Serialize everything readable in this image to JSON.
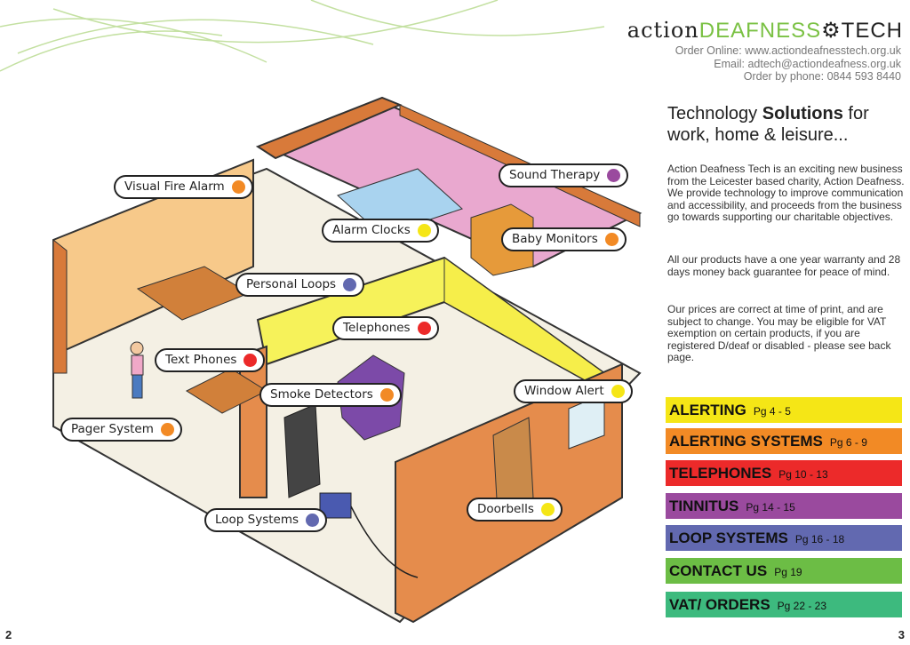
{
  "brand": {
    "logo_action": "action",
    "logo_deafness": "DEAFNESS",
    "logo_tech": "TECH",
    "order_online": "Order Online: www.actiondeafnesstech.org.uk",
    "email": "Email: adtech@actiondeafness.org.uk",
    "phone": "Order by phone: 0844 593 8440"
  },
  "heading": {
    "pre": "Technology ",
    "bold": "Solutions",
    "post": " for work, home & leisure..."
  },
  "paragraphs": [
    "Action Deafness Tech is an exciting new business from the Leicester based charity, Action Deafness. We provide technology to improve communication and accessibility, and proceeds from the business go towards supporting our charitable objectives.",
    "All our products have a one year warranty and 28 days money back guarantee for peace of mind.",
    "Our prices are correct at time of print, and are subject to change. You may be eligible for VAT exemption on certain products, if you are registered D/deaf or disabled - please see back page."
  ],
  "categories": [
    {
      "label": "ALERTING",
      "pages": "Pg 4 - 5",
      "color": "#f5e616"
    },
    {
      "label": "ALERTING SYSTEMS",
      "pages": "Pg 6 - 9",
      "color": "#f28a25"
    },
    {
      "label": "TELEPHONES",
      "pages": "Pg 10 - 13",
      "color": "#ec2a2a"
    },
    {
      "label": "TINNITUS",
      "pages": "Pg 14 - 15",
      "color": "#9a4a9e"
    },
    {
      "label": "LOOP SYSTEMS",
      "pages": "Pg 16 - 18",
      "color": "#6269b0"
    },
    {
      "label": "CONTACT US",
      "pages": "Pg 19",
      "color": "#6cbd45"
    },
    {
      "label": "VAT/ ORDERS",
      "pages": "Pg 22 - 23",
      "color": "#3dba7e"
    }
  ],
  "labels": [
    {
      "text": "Visual Fire Alarm",
      "color": "#f28a25"
    },
    {
      "text": "Sound Therapy",
      "color": "#9a4a9e"
    },
    {
      "text": "Alarm Clocks",
      "color": "#f5e616"
    },
    {
      "text": "Baby Monitors",
      "color": "#f28a25"
    },
    {
      "text": "Personal Loops",
      "color": "#6269b0"
    },
    {
      "text": "Telephones",
      "color": "#ec2a2a"
    },
    {
      "text": "Text Phones",
      "color": "#ec2a2a"
    },
    {
      "text": "Smoke Detectors",
      "color": "#f28a25"
    },
    {
      "text": "Window Alert",
      "color": "#f5e616"
    },
    {
      "text": "Pager System",
      "color": "#f28a25"
    },
    {
      "text": "Loop Systems",
      "color": "#6269b0"
    },
    {
      "text": "Doorbells",
      "color": "#f5e616"
    }
  ],
  "page_left": "2",
  "page_right": "3"
}
